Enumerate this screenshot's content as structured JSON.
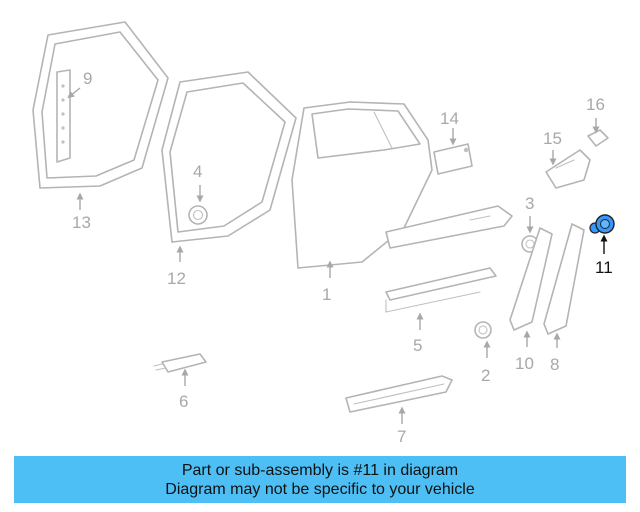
{
  "diagram": {
    "highlighted_part": "11",
    "highlight_color": "#3399ff",
    "part_color": "#b4b4b4",
    "labels": {
      "p1": "1",
      "p2": "2",
      "p3": "3",
      "p4": "4",
      "p5": "5",
      "p6": "6",
      "p7": "7",
      "p8": "8",
      "p9": "9",
      "p10": "10",
      "p11": "11",
      "p12": "12",
      "p13": "13",
      "p14": "14",
      "p15": "15",
      "p16": "16"
    }
  },
  "banner": {
    "line1": "Part or sub-assembly is #11 in diagram",
    "line2": "Diagram may not be specific to your vehicle",
    "background": "#4dbff5"
  }
}
